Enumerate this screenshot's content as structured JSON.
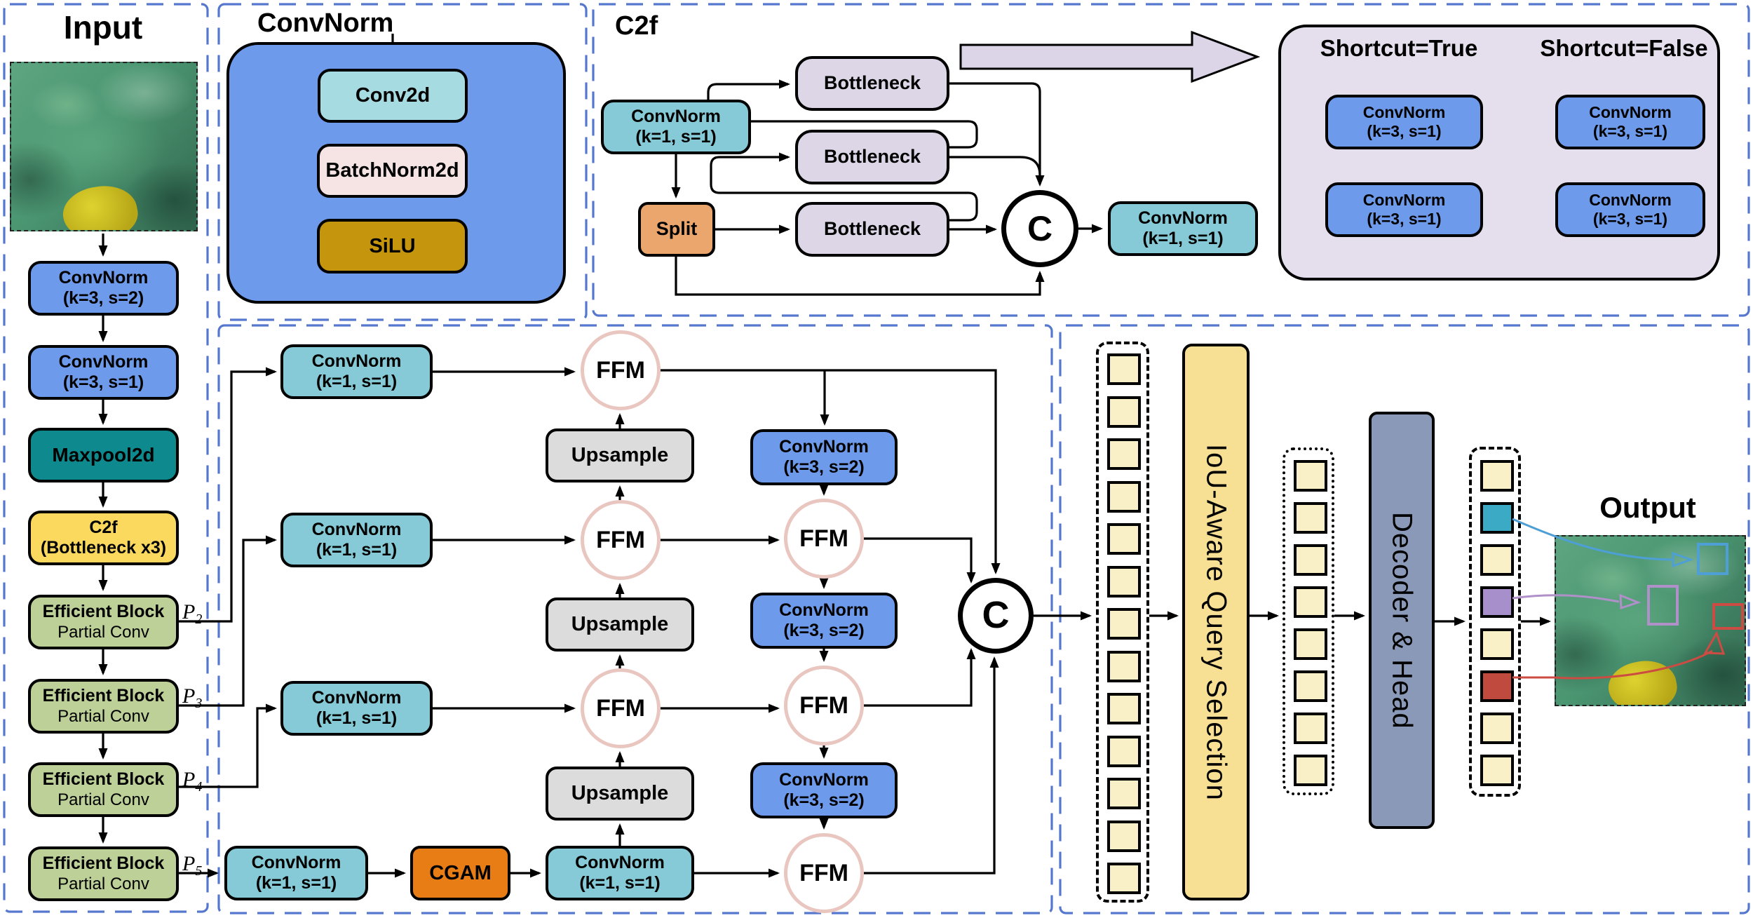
{
  "colors": {
    "panel_border": "#5577CE",
    "blue": "#6E9AEB",
    "teal": "#85CAD6",
    "maxpool": "#0E8A8E",
    "yellow": "#FBD95F",
    "green": "#BCD098",
    "lavender": "#DDD6E6",
    "big_arrow": "#DCD5E8",
    "split": "#EBA66E",
    "cgam": "#E97D15",
    "upsample": "#DCDCDC",
    "ffm_ring": "#E9C6BF",
    "cyan": "#A6DBE2",
    "pink": "#F6E4E4",
    "gold": "#C4950D",
    "shortcut_bg": "#E4DEED",
    "iou": "#F7DF94",
    "decoder": "#8A99B8",
    "cream": "#FAF0C8",
    "q_teal": "#3BAAC4",
    "q_purple": "#A68FCB",
    "q_red": "#C04A3E",
    "box_blue": "#4D9FD6",
    "box_purple": "#B090C8",
    "box_red": "#CC4B42"
  },
  "input": {
    "title": "Input",
    "conv1": "ConvNorm\n(k=3, s=2)",
    "conv2": "ConvNorm\n(k=3, s=1)",
    "maxpool": "Maxpool2d",
    "c2f": "C2f\n(Bottleneck x3)",
    "eb_title": "Efficient Block",
    "eb_sub": "Partial Conv",
    "p_base": "P",
    "p_subs": [
      "2",
      "3",
      "4",
      "5"
    ]
  },
  "convnorm_detail": {
    "title": "ConvNorm",
    "conv2d": "Conv2d",
    "batchnorm": "BatchNorm2d",
    "silu": "SiLU"
  },
  "c2f_detail": {
    "title": "C2f",
    "conv_in": "ConvNorm\n(k=1, s=1)",
    "split": "Split",
    "bottleneck": "Bottleneck",
    "concat": "C",
    "conv_out": "ConvNorm\n(k=1, s=1)",
    "shortcut_true_title": "Shortcut=True",
    "shortcut_false_title": "Shortcut=False",
    "shortcut_conv": "ConvNorm\n(k=3, s=1)"
  },
  "neck": {
    "conv1x1": "ConvNorm\n(k=1, s=1)",
    "conv3x3": "ConvNorm\n(k=3, s=2)",
    "upsample": "Upsample",
    "ffm": "FFM",
    "cgam": "CGAM",
    "concat": "C"
  },
  "head": {
    "iou_label": "IoU-Aware Query Selection",
    "decoder_label": "Decoder & Head",
    "output_title": "Output",
    "col1_count": 13,
    "col2_count": 8,
    "col3_colors": [
      "cream",
      "q_teal",
      "cream",
      "q_purple",
      "cream",
      "q_red",
      "cream",
      "cream"
    ]
  }
}
